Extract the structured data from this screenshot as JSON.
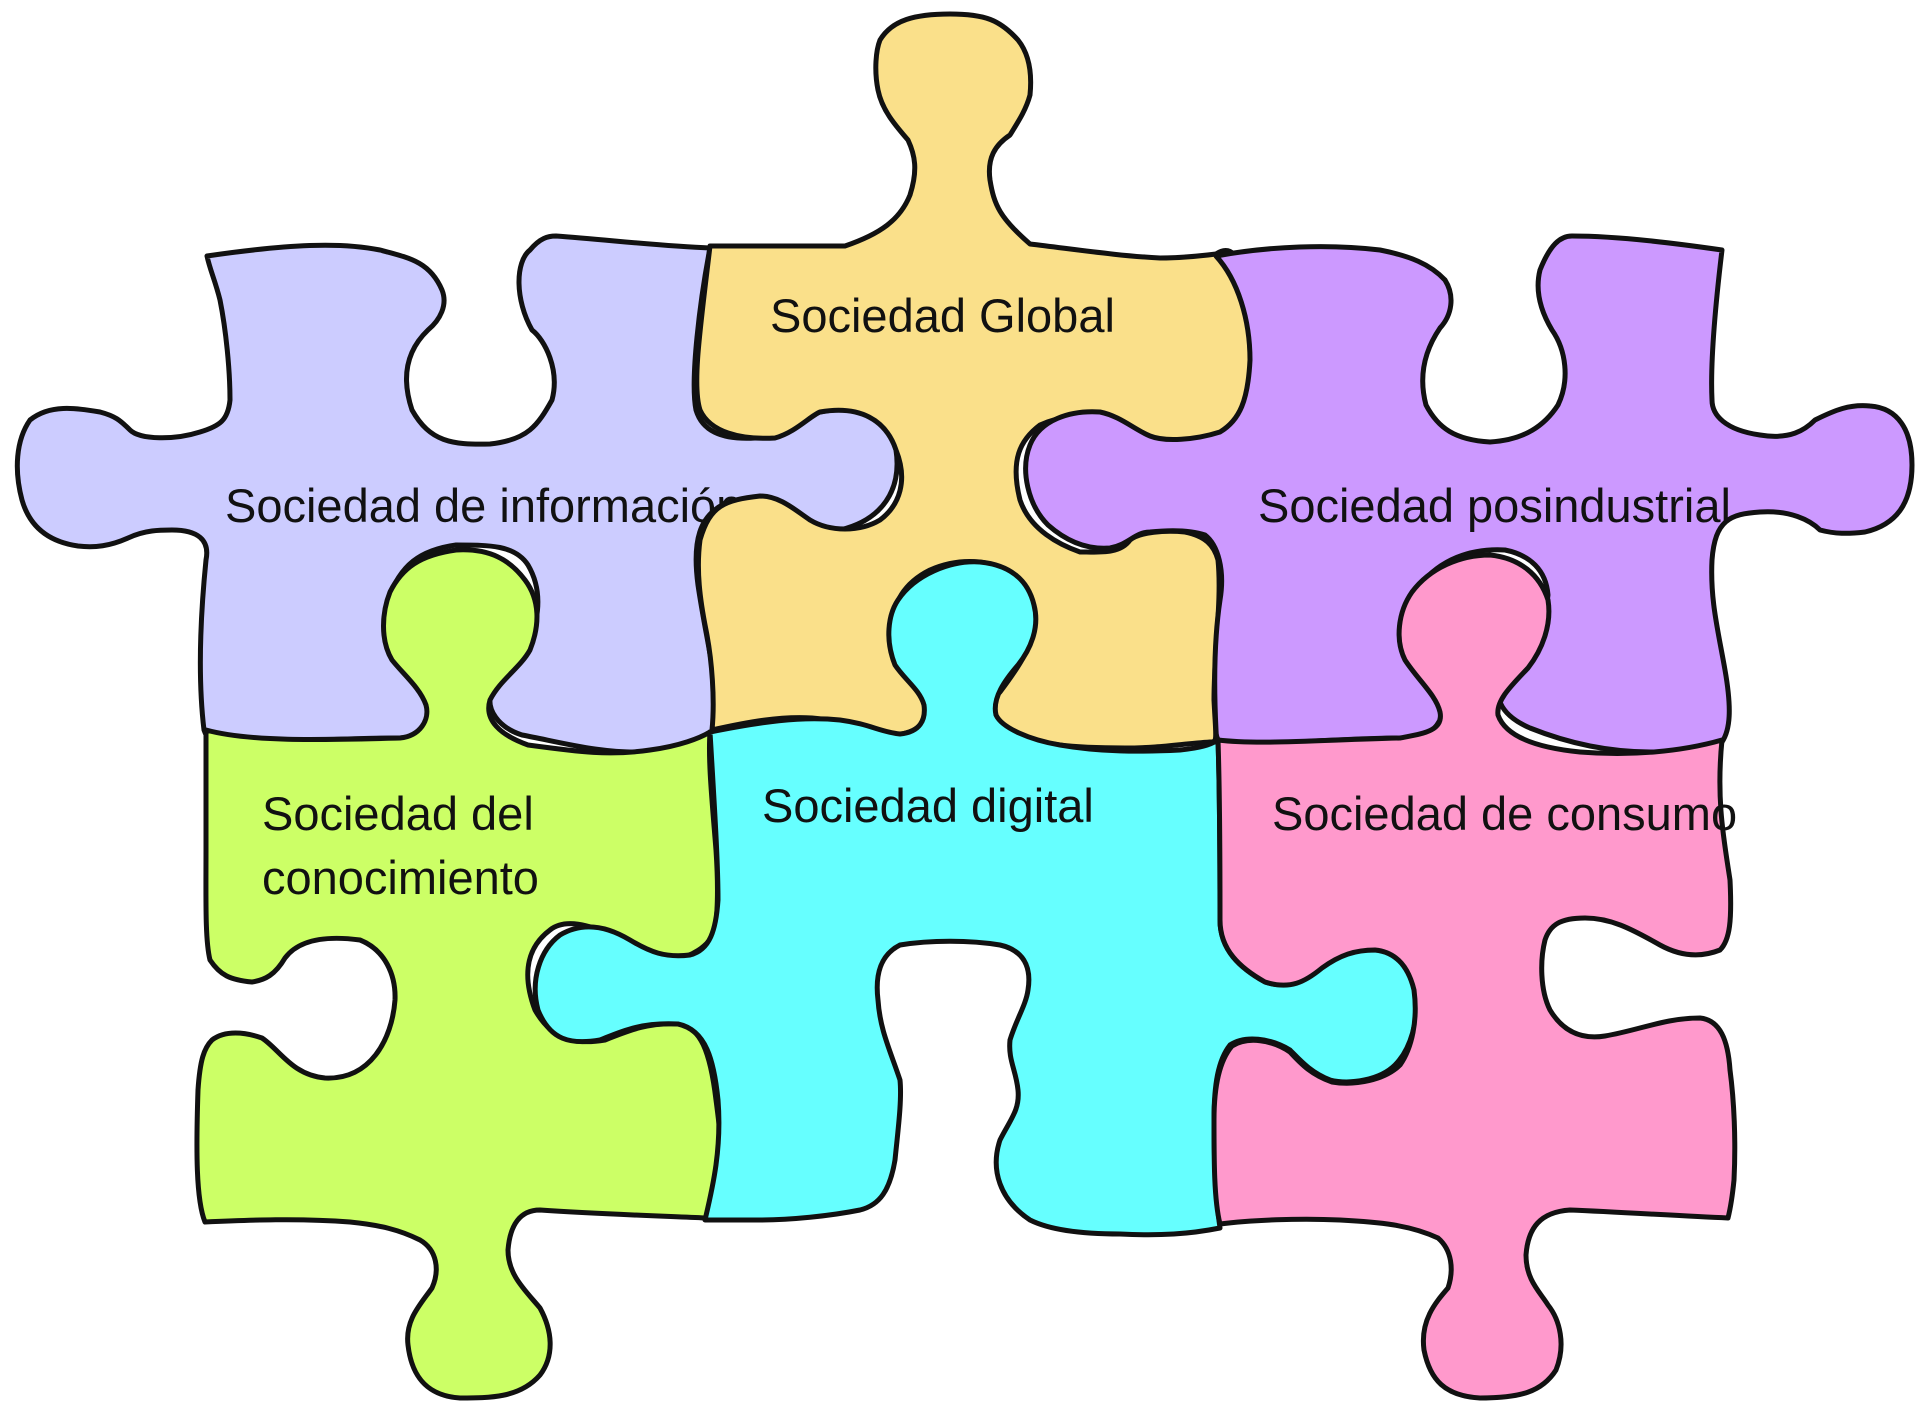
{
  "pieces": {
    "informacion": {
      "label": "Sociedad de información",
      "color": "#ccccff"
    },
    "global": {
      "label": "Sociedad Global",
      "color": "#fae08a"
    },
    "posindustrial": {
      "label": "Sociedad posindustrial",
      "color": "#cc99ff"
    },
    "conocimiento": {
      "label_line1": "Sociedad del",
      "label_line2": "conocimiento",
      "color": "#ccff66"
    },
    "digital": {
      "label": "Sociedad digital",
      "color": "#66ffff"
    },
    "consumo": {
      "label": "Sociedad de consumo",
      "color": "#ff99cc"
    }
  }
}
